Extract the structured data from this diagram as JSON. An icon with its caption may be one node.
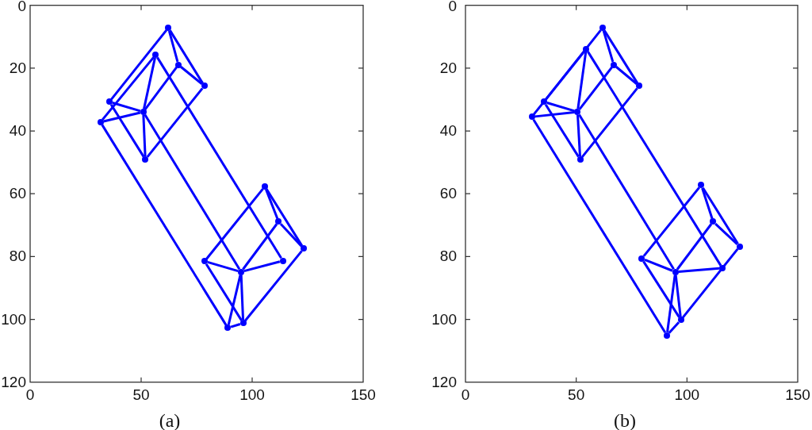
{
  "diagram": {
    "nodes": [
      {
        "text": [],
        "shape": "circle"
      },
      {
        "text": [],
        "shape": "circle"
      },
      {
        "text": [],
        "shape": "circle"
      },
      {
        "text": [],
        "shape": "circle"
      },
      {
        "text": [],
        "shape": "circle"
      },
      {
        "text": [],
        "shape": "circle"
      },
      {
        "text": [],
        "shape": "circle"
      },
      {
        "text": [],
        "shape": "circle"
      },
      {
        "text": [],
        "shape": "circle"
      },
      {
        "text": [],
        "shape": "circle"
      },
      {
        "text": [],
        "shape": "circle"
      },
      {
        "text": [],
        "shape": "circle"
      },
      {
        "text": [],
        "shape": "circle"
      },
      {
        "text": [],
        "shape": "circle"
      },
      {
        "text": [],
        "shape": "circle"
      },
      {
        "text": [],
        "shape": "circle"
      },
      {
        "text": [],
        "shape": "circle"
      },
      {
        "text": [],
        "shape": "circle"
      },
      {
        "text": [],
        "shape": "circle"
      },
      {
        "text": [],
        "shape": "circle"
      },
      {
        "text": [],
        "shape": "circle"
      },
      {
        "text": [],
        "shape": "circle"
      },
      {
        "text": [],
        "shape": "circle"
      },
      {
        "text": [],
        "shape": "circle"
      },
      {
        "text": [],
        "shape": "circle"
      },
      {
        "text": [],
        "shape": "circle"
      },
      {
        "text": [],
        "shape": "circle"
      },
      {
        "text": [],
        "shape": "circle"
      },
      {
        "text": [],
        "shape": "circle"
      },
      {
        "text": [],
        "shape": "circle"
      },
      {
        "text": [],
        "shape": "circle"
      },
      {
        "text": [],
        "shape": "circle"
      }
    ],
    "edges": [
      {
        "from": 0,
        "to": 3,
        "arrow": "none"
      },
      {
        "from": 0,
        "to": 2,
        "arrow": "none"
      },
      {
        "from": 0,
        "to": 4,
        "arrow": "none"
      },
      {
        "from": 2,
        "to": 3,
        "arrow": "none"
      },
      {
        "from": 2,
        "to": 5,
        "arrow": "none"
      },
      {
        "from": 3,
        "to": 7,
        "arrow": "none"
      },
      {
        "from": 1,
        "to": 5,
        "arrow": "none"
      },
      {
        "from": 5,
        "to": 7,
        "arrow": "none"
      },
      {
        "from": 1,
        "to": 6,
        "arrow": "none"
      },
      {
        "from": 4,
        "to": 5,
        "arrow": "none"
      },
      {
        "from": 6,
        "to": 5,
        "arrow": "none"
      },
      {
        "from": 4,
        "to": 7,
        "arrow": "none"
      },
      {
        "from": 1,
        "to": 12,
        "arrow": "none"
      },
      {
        "from": 5,
        "to": 13,
        "arrow": "none"
      },
      {
        "from": 6,
        "to": 15,
        "arrow": "none"
      },
      {
        "from": 8,
        "to": 10,
        "arrow": "none"
      },
      {
        "from": 8,
        "to": 9,
        "arrow": "none"
      },
      {
        "from": 9,
        "to": 10,
        "arrow": "none"
      },
      {
        "from": 8,
        "to": 11,
        "arrow": "none"
      },
      {
        "from": 9,
        "to": 13,
        "arrow": "none"
      },
      {
        "from": 10,
        "to": 14,
        "arrow": "none"
      },
      {
        "from": 11,
        "to": 13,
        "arrow": "none"
      },
      {
        "from": 12,
        "to": 13,
        "arrow": "none"
      },
      {
        "from": 11,
        "to": 14,
        "arrow": "none"
      },
      {
        "from": 13,
        "to": 15,
        "arrow": "none"
      },
      {
        "from": 13,
        "to": 14,
        "arrow": "none"
      },
      {
        "from": 15,
        "to": 14,
        "arrow": "none"
      },
      {
        "from": 16,
        "to": 19,
        "arrow": "none"
      },
      {
        "from": 16,
        "to": 18,
        "arrow": "none"
      },
      {
        "from": 16,
        "to": 20,
        "arrow": "none"
      },
      {
        "from": 18,
        "to": 19,
        "arrow": "none"
      },
      {
        "from": 18,
        "to": 21,
        "arrow": "none"
      },
      {
        "from": 19,
        "to": 23,
        "arrow": "none"
      },
      {
        "from": 17,
        "to": 21,
        "arrow": "none"
      },
      {
        "from": 21,
        "to": 23,
        "arrow": "none"
      },
      {
        "from": 17,
        "to": 22,
        "arrow": "none"
      },
      {
        "from": 20,
        "to": 21,
        "arrow": "none"
      },
      {
        "from": 22,
        "to": 21,
        "arrow": "none"
      },
      {
        "from": 20,
        "to": 23,
        "arrow": "none"
      },
      {
        "from": 17,
        "to": 28,
        "arrow": "none"
      },
      {
        "from": 21,
        "to": 29,
        "arrow": "none"
      },
      {
        "from": 22,
        "to": 31,
        "arrow": "none"
      },
      {
        "from": 24,
        "to": 26,
        "arrow": "none"
      },
      {
        "from": 24,
        "to": 25,
        "arrow": "none"
      },
      {
        "from": 25,
        "to": 26,
        "arrow": "none"
      },
      {
        "from": 24,
        "to": 27,
        "arrow": "none"
      },
      {
        "from": 25,
        "to": 29,
        "arrow": "none"
      },
      {
        "from": 26,
        "to": 30,
        "arrow": "none"
      },
      {
        "from": 27,
        "to": 29,
        "arrow": "none"
      },
      {
        "from": 28,
        "to": 29,
        "arrow": "none"
      },
      {
        "from": 27,
        "to": 30,
        "arrow": "none"
      },
      {
        "from": 29,
        "to": 31,
        "arrow": "none"
      },
      {
        "from": 29,
        "to": 30,
        "arrow": "none"
      },
      {
        "from": 31,
        "to": 30,
        "arrow": "none"
      }
    ],
    "labels": [
      "0",
      "20",
      "40",
      "60",
      "80",
      "100",
      "120",
      "0",
      "50",
      "100",
      "150",
      "(a)",
      "0",
      "20",
      "40",
      "60",
      "80",
      "100",
      "120",
      "0",
      "50",
      "100",
      "150",
      "(b)"
    ]
  }
}
